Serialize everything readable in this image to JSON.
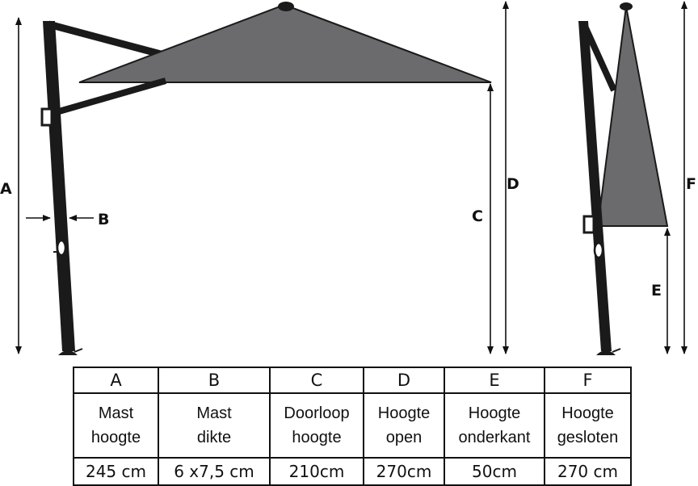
{
  "labels": {
    "A": "A",
    "B": "B",
    "C": "C",
    "D": "D",
    "E": "E",
    "F": "F"
  },
  "table": {
    "letters": [
      "A",
      "B",
      "C",
      "D",
      "E",
      "F"
    ],
    "names": [
      [
        "Mast",
        "hoogte"
      ],
      [
        "Mast",
        "dikte"
      ],
      [
        "Doorloop",
        "hoogte"
      ],
      [
        "Hoogte",
        "open"
      ],
      [
        "Hoogte",
        "onderkant"
      ],
      [
        "Hoogte",
        "gesloten"
      ]
    ],
    "values": [
      "245 cm",
      "6 x7,5 cm",
      "210cm",
      "270cm",
      "50cm",
      "270 cm"
    ]
  },
  "colors": {
    "canopy": "#6b6b6d",
    "frame": "#1a1a1a",
    "line": "#111111"
  }
}
